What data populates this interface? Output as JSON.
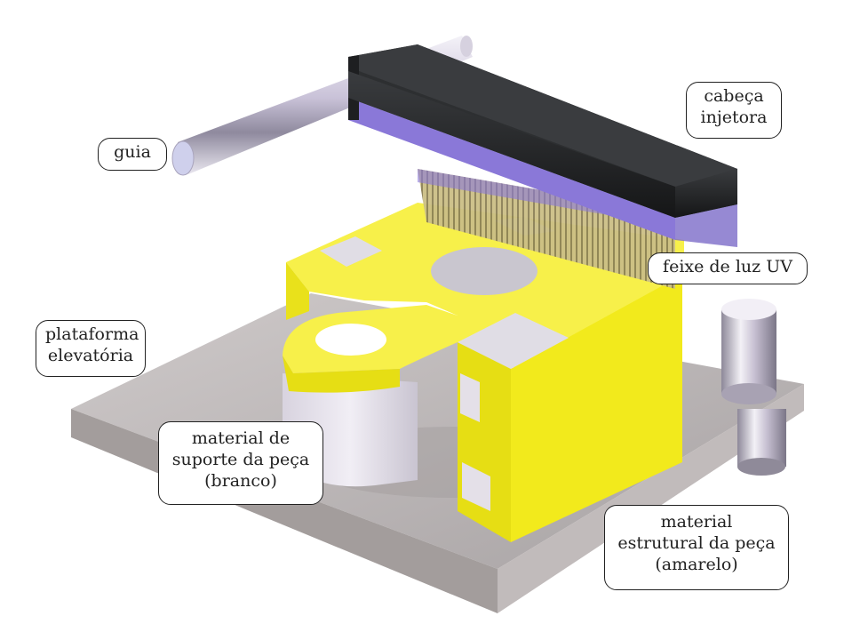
{
  "labels": {
    "guia": [
      "guia"
    ],
    "cabeca_injetora": [
      "cabeça",
      "injetora"
    ],
    "feixe_uv": [
      "feixe de luz UV"
    ],
    "plataforma": [
      "plataforma",
      "elevatória"
    ],
    "suporte": [
      "material de",
      "suporte da peça",
      "(branco)"
    ],
    "estrutural": [
      "material",
      "estrutural da peça",
      "(amarelo)"
    ]
  },
  "colors": {
    "structural_yellow": "#f2ea1c",
    "support_white": "#e4e0e8",
    "platform_gray": "#b8b3b3",
    "head_black": "#222426",
    "uv_purple": "#8a78d8",
    "rod_silver": "#d9d4e4"
  }
}
